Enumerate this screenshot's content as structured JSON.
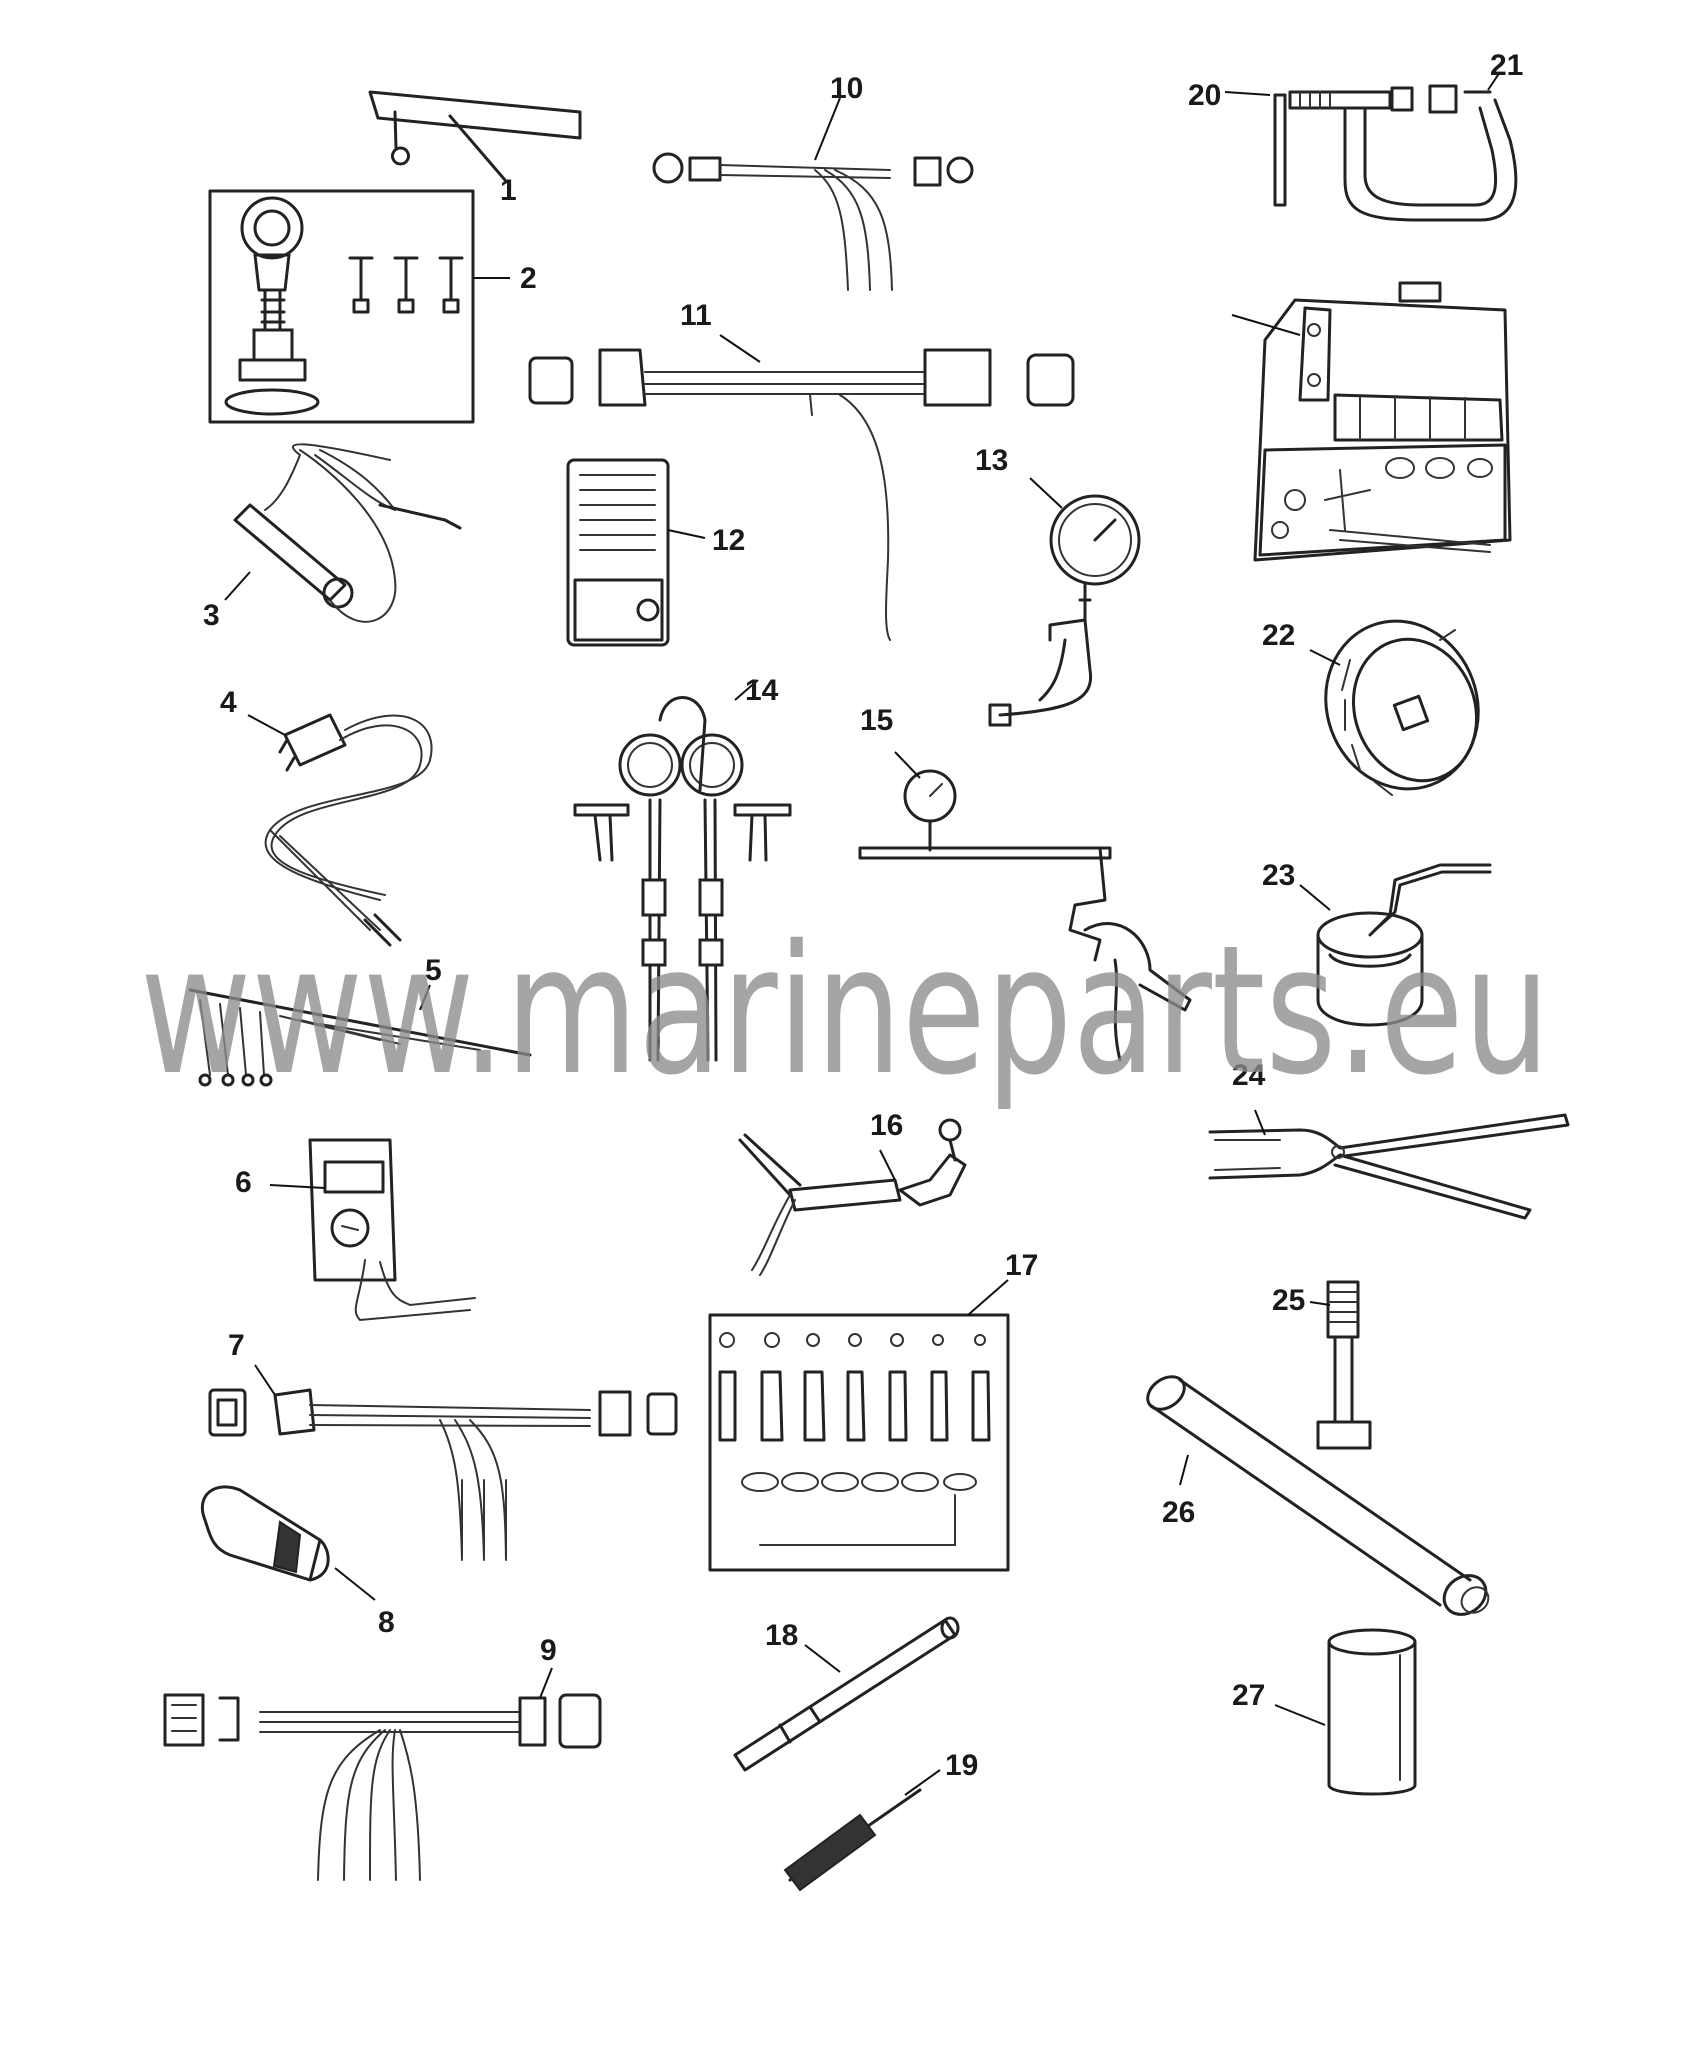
{
  "callouts": {
    "c1": "1",
    "c2": "2",
    "c3": "3",
    "c4": "4",
    "c5": "5",
    "c6": "6",
    "c7": "7",
    "c8": "8",
    "c9": "9",
    "c10": "10",
    "c11": "11",
    "c12": "12",
    "c13": "13",
    "c14": "14",
    "c15": "15",
    "c16": "16",
    "c17": "17",
    "c18": "18",
    "c19": "19",
    "c20": "20",
    "c21": "21",
    "c22": "22",
    "c23": "23",
    "c24": "24",
    "c25": "25",
    "c26": "26",
    "c27": "27"
  },
  "watermark": {
    "text": "www.marineparts.eu",
    "color": "#8c8c8c"
  },
  "colors": {
    "line": "#222222",
    "background": "#ffffff"
  }
}
